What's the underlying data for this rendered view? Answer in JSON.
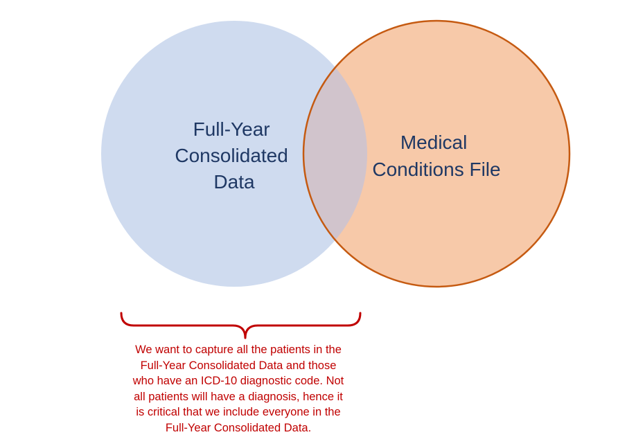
{
  "diagram": {
    "left_set": {
      "label_lines": [
        "Full-Year",
        "Consolidated",
        "Data"
      ],
      "fill": "#cfdbef",
      "stroke": "#cfdbef"
    },
    "right_set": {
      "label_lines": [
        "Medical",
        "Conditions File"
      ],
      "fill": "#f7c9a9",
      "stroke": "#c55a11"
    },
    "overlap_fill": "#d1c4cc",
    "brace_color": "#c00000",
    "note": {
      "lines": [
        "We want to capture all the patients in the",
        "Full-Year Consolidated Data and those",
        "who have an ICD-10 diagnostic code. Not",
        "all patients will have a diagnosis, hence it",
        "is critical that we include everyone in the",
        "Full-Year Consolidated Data."
      ],
      "color": "#c00000"
    }
  }
}
